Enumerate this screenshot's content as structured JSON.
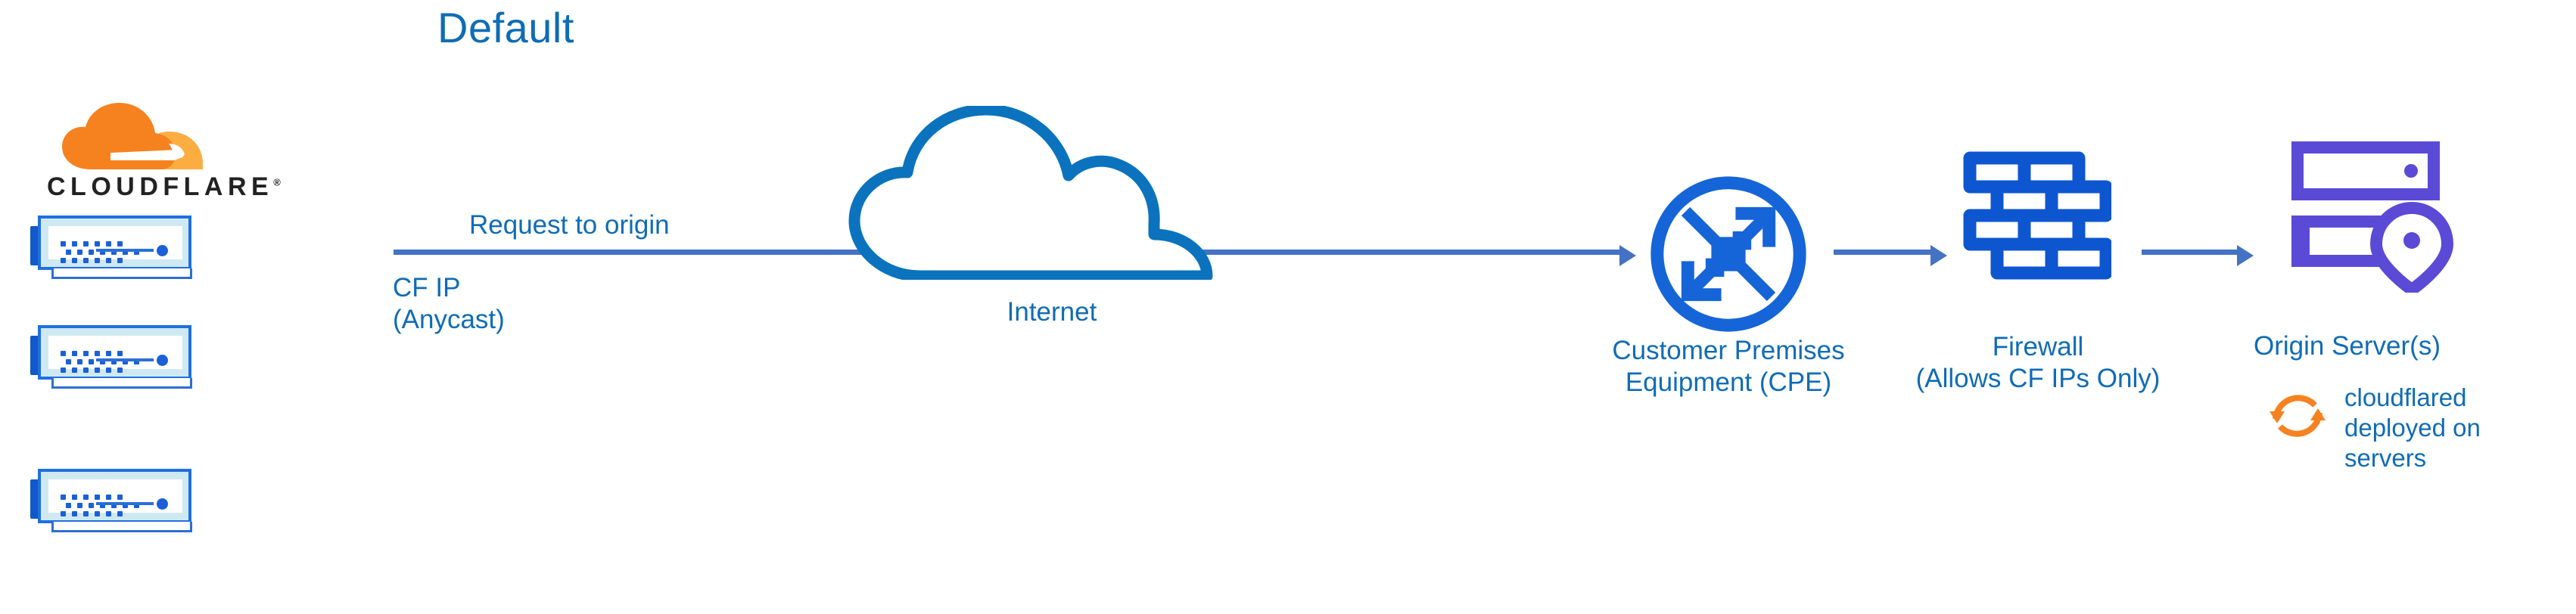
{
  "title": "Default",
  "colors": {
    "heading_blue": "#0f6cb5",
    "label_blue": "#0f6cb5",
    "arrow_blue": "#4472c4",
    "icon_blue": "#1565d8",
    "device_blue": "#1f6fe0",
    "device_fill": "#cfe9f3",
    "origin_purple": "#5b4ad6",
    "cloudflare_orange": "#f6821f",
    "cloudflare_orange_light": "#fbad41",
    "wordmark_black": "#222222",
    "background": "#ffffff"
  },
  "cloudflare": {
    "wordmark": "CLOUDFLARE",
    "trademark": "®",
    "logo_icon": "cloudflare-cloud-logo",
    "edge_device_count": 3,
    "edge_device_icon": "network-switch-icon"
  },
  "connections": {
    "request_label": "Request to origin",
    "cf_ip_label_line1": "CF IP",
    "cf_ip_label_line2": "(Anycast)",
    "arrow_icon": "arrow-right-icon"
  },
  "nodes": {
    "internet": {
      "label": "Internet",
      "icon": "cloud-icon"
    },
    "cpe": {
      "label_line1": "Customer Premises",
      "label_line2": "Equipment (CPE)",
      "icon": "router-icon"
    },
    "firewall": {
      "label_line1": "Firewall",
      "label_line2": "(Allows CF IPs Only)",
      "icon": "brick-wall-icon"
    },
    "origin": {
      "label": "Origin Server(s)",
      "icon": "server-rack-location-icon"
    }
  },
  "annotations": {
    "cloudflared": {
      "icon": "sync-arrows-icon",
      "line1": "cloudflared",
      "line2": "deployed on",
      "line3": "servers",
      "text": "cloudflared deployed on servers"
    }
  }
}
